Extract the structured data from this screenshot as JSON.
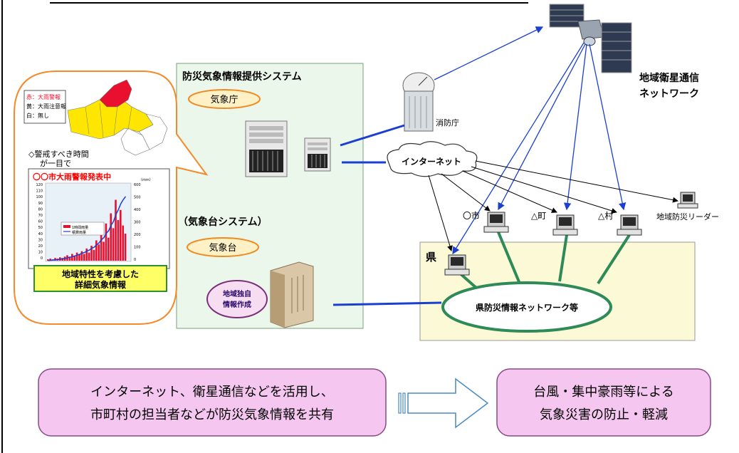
{
  "system": {
    "title": "防災気象情報提供システム",
    "jma_label": "気象庁",
    "observatory_system": "（気象台システム）",
    "observatory_label": "気象台",
    "local_info": [
      "地域独自",
      "情報作成"
    ]
  },
  "inset": {
    "legend": [
      "赤：大雨警報",
      "黄：大雨注意報",
      "白：無し"
    ],
    "note": [
      "◇警戒すべき時間",
      "が一目で"
    ],
    "chart_title": "〇〇市大雨警報発表中",
    "series_names": [
      "1時間雨量",
      "積算雨量"
    ],
    "caption": [
      "地域特性を考慮した",
      "詳細気象情報"
    ],
    "left_ticks": [
      "120",
      "110",
      "100",
      "90",
      "80",
      "70",
      "60",
      "50",
      "40",
      "30",
      "20",
      "10",
      "0"
    ],
    "right_ticks": [
      "600",
      "500",
      "400",
      "300",
      "200",
      "100",
      "0"
    ],
    "right_unit": "（mm）"
  },
  "network": {
    "satellite_network": [
      "地域衛星通信",
      "ネットワーク"
    ],
    "fire_agency": "消防庁",
    "internet": "インターネット",
    "city": "〇市",
    "town": "△町",
    "village": "△村",
    "leader": "地域防災リーダー",
    "prefecture": "県",
    "pref_network": "県防災情報ネットワーク等"
  },
  "bottom": {
    "left_box": [
      "インターネット、衛星通信などを活用し、",
      "市町村の担当者などが防災気象情報を共有"
    ],
    "right_box": [
      "台風・集中豪雨等による",
      "気象災害の防止・軽減"
    ]
  },
  "colors": {
    "system_bg": "#eaf7ea",
    "pref_bg": "#fcf9d6",
    "inset_border": "#f58a2a",
    "network_ellipse": "#2e8b57",
    "link_blue": "#1a3fd1",
    "box_bg": "#f4c6f0",
    "box_border": "#8a4a86",
    "caption_bg": "#ffff66",
    "caption_border": "#2f8f2f",
    "chart_title": "#ff0000"
  }
}
